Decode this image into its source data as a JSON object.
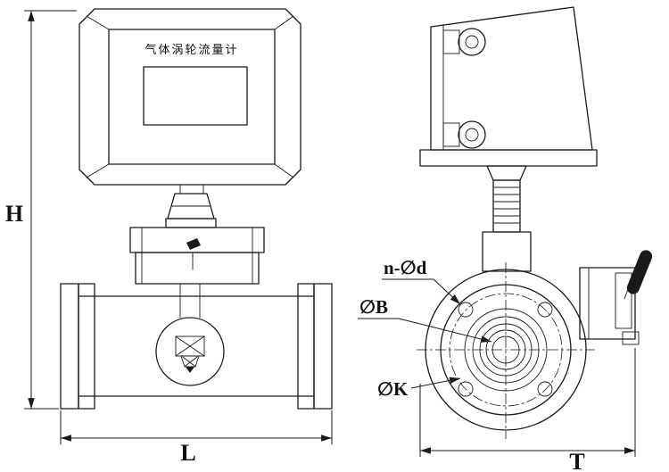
{
  "drawing": {
    "title": "气体涡轮流量计",
    "labels": {
      "h": "H",
      "l": "L",
      "t": "T",
      "bolt_holes": "n-∅d",
      "dia_b": "∅B",
      "dia_k": "∅K"
    }
  }
}
